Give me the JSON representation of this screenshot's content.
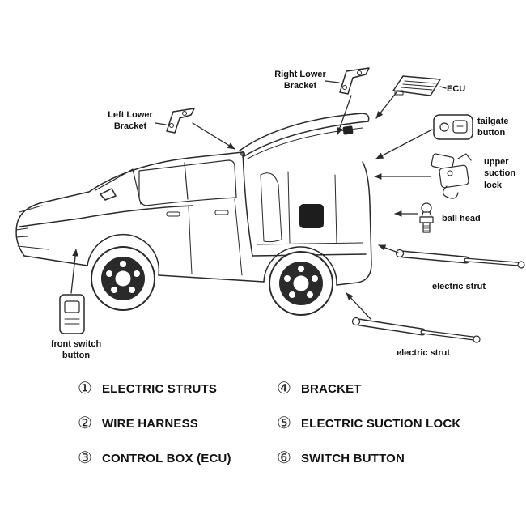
{
  "page": {
    "background": "#ffffff",
    "line_color": "#2a2a2a",
    "dark_fill": "#1d1d1d"
  },
  "diagram": {
    "description": "Exploded parts diagram of an SUV with power tailgate kit",
    "labels": [
      {
        "id": "left-lower-bracket",
        "text": "Left Lower Bracket"
      },
      {
        "id": "right-lower-bracket",
        "text": "Right Lower Bracket"
      },
      {
        "id": "ecu",
        "text": "ECU"
      },
      {
        "id": "tailgate-button",
        "text": "tailgate button"
      },
      {
        "id": "upper-suction-lock",
        "text": "upper suction lock"
      },
      {
        "id": "ball-head",
        "text": "ball head"
      },
      {
        "id": "electric-strut-upper",
        "text": "electric strut"
      },
      {
        "id": "electric-strut-lower",
        "text": "electric strut"
      },
      {
        "id": "front-switch-button",
        "text": "front switch button"
      }
    ]
  },
  "legend": {
    "items": [
      {
        "num": "①",
        "label": "ELECTRIC STRUTS"
      },
      {
        "num": "②",
        "label": "WIRE HARNESS"
      },
      {
        "num": "③",
        "label": "CONTROL BOX (ECU)"
      },
      {
        "num": "④",
        "label": "BRACKET"
      },
      {
        "num": "⑤",
        "label": "ELECTRIC SUCTION LOCK"
      },
      {
        "num": "⑥",
        "label": "SWITCH BUTTON"
      }
    ]
  }
}
